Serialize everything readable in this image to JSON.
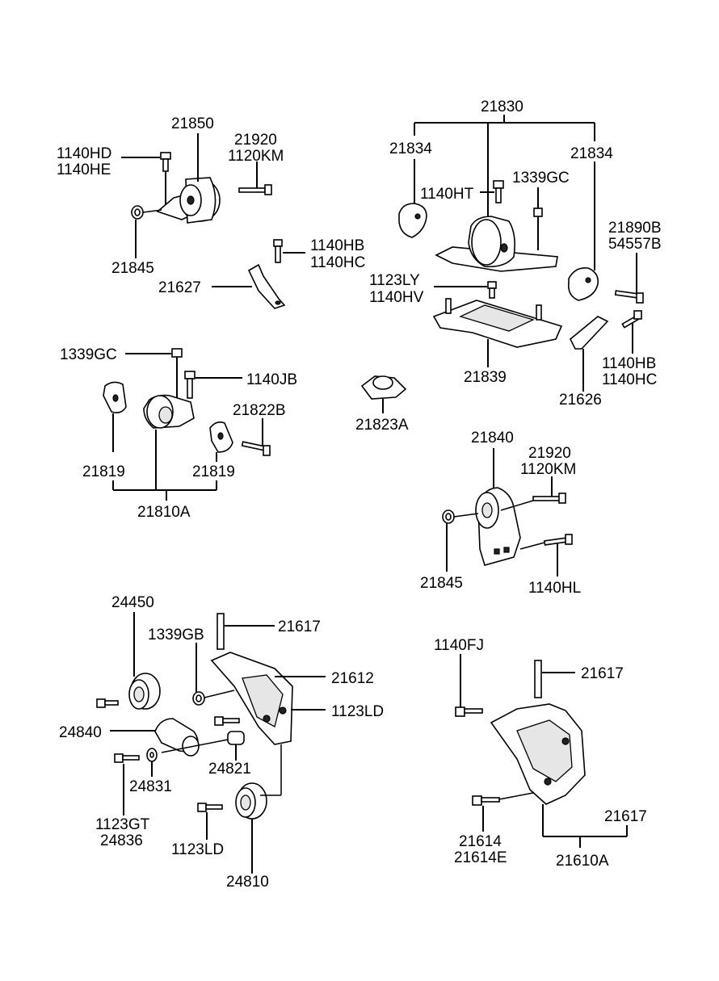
{
  "diagram": {
    "labels": {
      "l_21850": "21850",
      "l_1140HD": "1140HD",
      "l_1140HE": "1140HE",
      "l_21920_a": "21920",
      "l_1120KM_a": "1120KM",
      "l_21845_a": "21845",
      "l_1140HB_a": "1140HB",
      "l_1140HC_a": "1140HC",
      "l_21627": "21627",
      "l_21830": "21830",
      "l_21834_l": "21834",
      "l_21834_r": "21834",
      "l_1140HT": "1140HT",
      "l_1339GC_a": "1339GC",
      "l_21890B": "21890B",
      "l_54557B": "54557B",
      "l_1123LY": "1123LY",
      "l_1140HV": "1140HV",
      "l_21839": "21839",
      "l_1140HB_b": "1140HB",
      "l_1140HC_b": "1140HC",
      "l_21626": "21626",
      "l_1339GC_b": "1339GC",
      "l_1140JB": "1140JB",
      "l_21822B": "21822B",
      "l_21819_l": "21819",
      "l_21819_r": "21819",
      "l_21810A": "21810A",
      "l_21823A": "21823A",
      "l_21840": "21840",
      "l_21920_b": "21920",
      "l_1120KM_b": "1120KM",
      "l_21845_b": "21845",
      "l_1140HL": "1140HL",
      "l_24450": "24450",
      "l_1339GB": "1339GB",
      "l_21617_a": "21617",
      "l_21612": "21612",
      "l_1123LD_a": "1123LD",
      "l_24840": "24840",
      "l_24821": "24821",
      "l_24831": "24831",
      "l_1123GT": "1123GT",
      "l_24836": "24836",
      "l_1123LD_b": "1123LD",
      "l_24810": "24810",
      "l_1140FJ": "1140FJ",
      "l_21617_b": "21617",
      "l_21617_c": "21617",
      "l_21614": "21614",
      "l_21614E": "21614E",
      "l_21610A": "21610A"
    }
  }
}
